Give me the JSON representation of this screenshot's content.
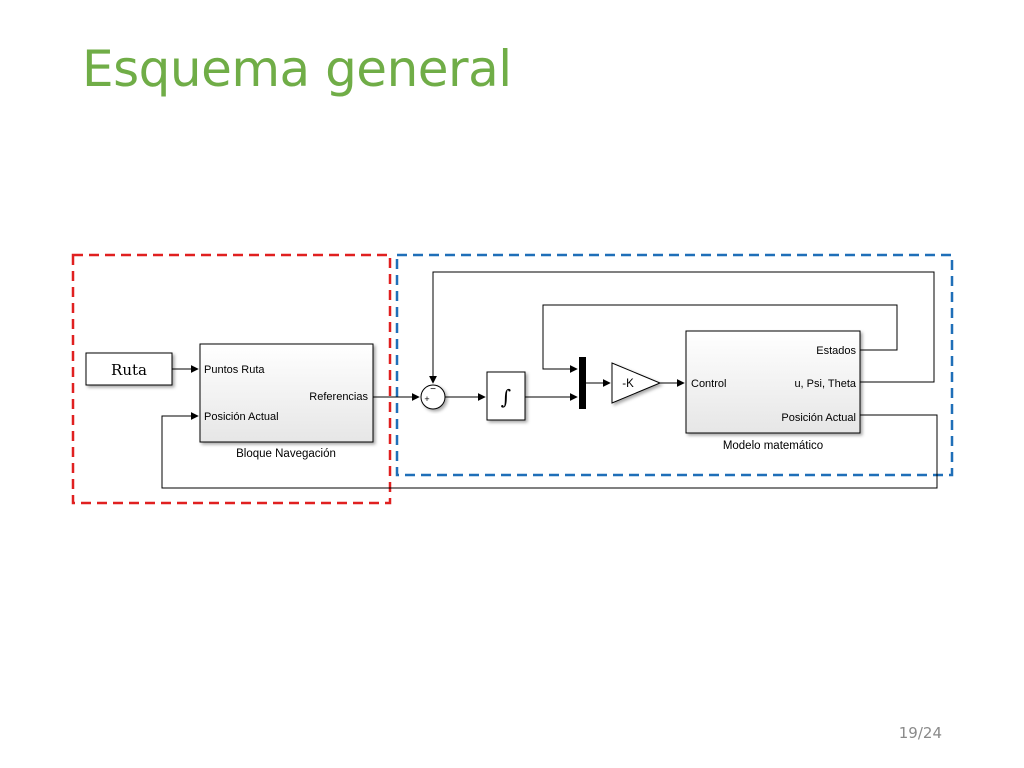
{
  "slide": {
    "title": "Esquema general",
    "page_number": "19/24"
  },
  "diagram": {
    "source_block": {
      "label": "Ruta"
    },
    "navigation_block": {
      "name": "Bloque Navegación",
      "inputs": [
        "Puntos Ruta",
        "Posición Actual"
      ],
      "output": "Referencias"
    },
    "sum_block": {
      "top_sign": "−",
      "left_sign": "+"
    },
    "integrator_block": {
      "symbol": "∫"
    },
    "gain_block": {
      "label": "-K"
    },
    "model_block": {
      "name": "Modelo matemático",
      "input": "Control",
      "outputs": [
        "Estados",
        "u, Psi, Theta",
        "Posición Actual"
      ]
    },
    "region_colors": {
      "navigation": "#e02020",
      "control": "#1f6fb8"
    }
  }
}
